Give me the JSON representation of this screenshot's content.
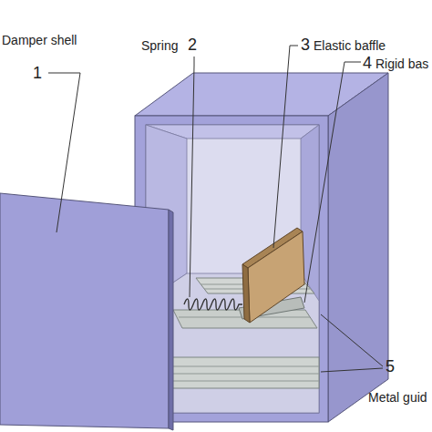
{
  "diagram": {
    "labels": [
      "Damper shell",
      "1",
      "Spring",
      "2",
      "3",
      "Elastic baffle",
      "4",
      "Rigid bas",
      "5",
      "Metal guid"
    ]
  }
}
